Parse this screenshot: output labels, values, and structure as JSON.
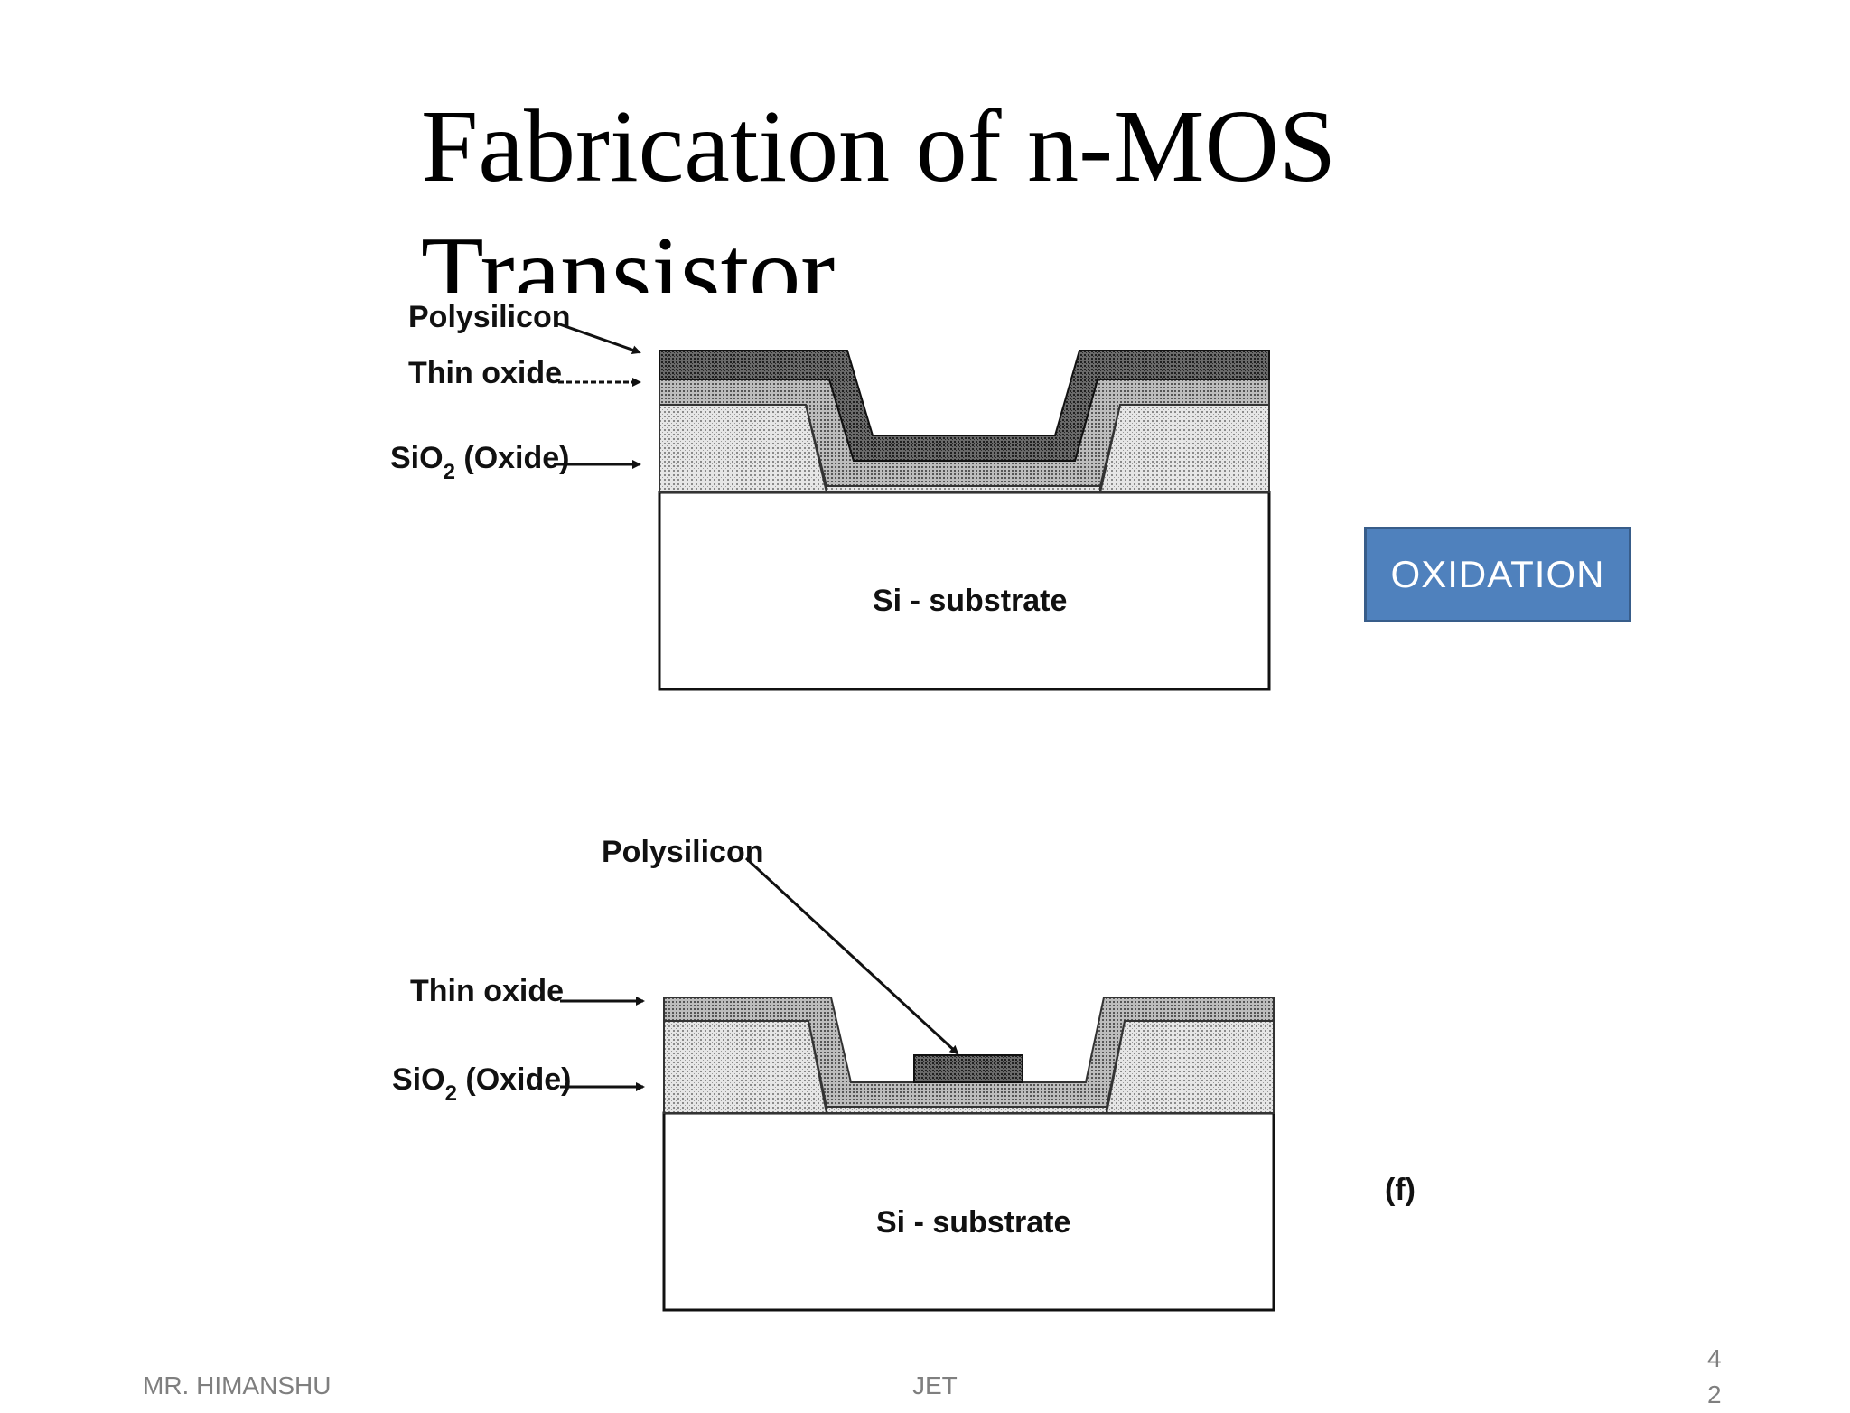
{
  "slide": {
    "title_line1": "Fabrication of n-MOS",
    "title_line2": "Transistor",
    "callout_label": "OXIDATION",
    "footer_left": "MR. HIMANSHU",
    "footer_center": "JET",
    "page_number": "42"
  },
  "diagram_top": {
    "labels": {
      "polysilicon": "Polysilicon",
      "thin_oxide": "Thin oxide",
      "sio2_main": "SiO",
      "sio2_sub": "2",
      "sio2_rest": " (Oxide)",
      "substrate": "Si - substrate"
    }
  },
  "diagram_bottom": {
    "labels": {
      "polysilicon": "Polysilicon",
      "thin_oxide": "Thin oxide",
      "sio2_main": "SiO",
      "sio2_sub": "2",
      "sio2_rest": " (Oxide)",
      "substrate": "Si - substrate",
      "figure_tag": "(f)"
    }
  },
  "colors": {
    "callout_fill": "#4f81bd",
    "callout_border": "#385d8a",
    "footer_text": "#7f7f7f"
  }
}
